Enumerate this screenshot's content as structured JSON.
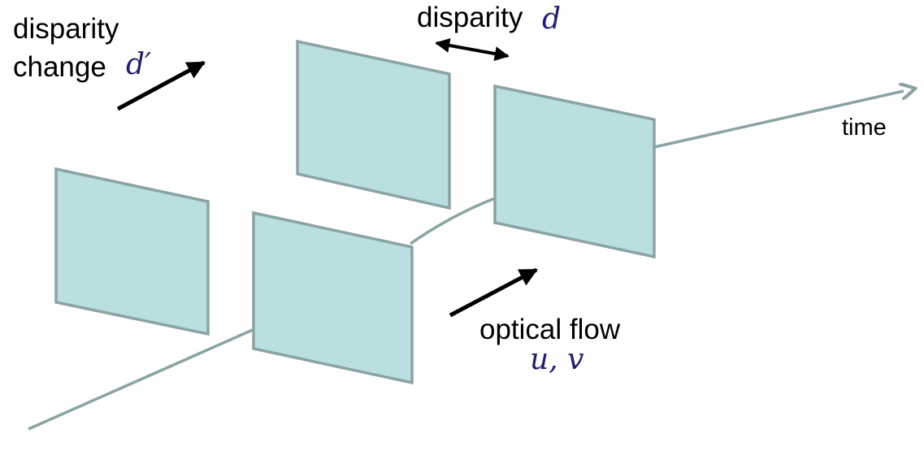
{
  "colors": {
    "frame_fill": "#b9dfe1",
    "frame_stroke": "#8ba3a3",
    "time_axis": "#8ba3a3",
    "arrow": "#000000",
    "math_symbol": "#1f1f6e"
  },
  "labels": {
    "disparity_change_line1": "disparity",
    "disparity_change_line2": "change",
    "disparity_change_symbol": "d′",
    "disparity": "disparity",
    "disparity_symbol": "d",
    "time": "time",
    "optical_flow": "optical flow",
    "optical_flow_symbol": "u, v"
  },
  "icons": {
    "disparity_change_arrow": "arrow-up-right-icon",
    "disparity_arrow": "double-headed-arrow-icon",
    "optical_flow_arrow": "arrow-up-right-icon",
    "time_arrow": "arrow-right-icon"
  }
}
